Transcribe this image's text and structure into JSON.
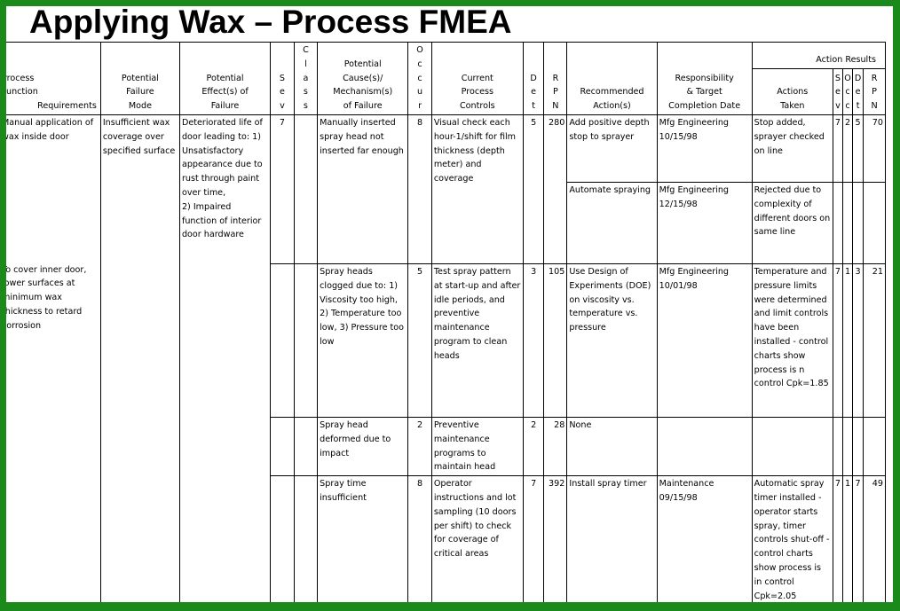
{
  "title": "Applying Wax – Process FMEA",
  "header": {
    "process_function": "Process\nFunction",
    "requirements": "Requirements",
    "failure_mode": "Potential\nFailure\nMode",
    "effects": "Potential\nEffect(s) of\nFailure",
    "sev": [
      "S",
      "e",
      "v"
    ],
    "class": [
      "C",
      "l",
      "a",
      "s",
      "s"
    ],
    "causes": "Potential\nCause(s)/\nMechanism(s)\nof Failure",
    "occur": [
      "O",
      "c",
      "c",
      "u",
      "r"
    ],
    "controls": "Current\nProcess\nControls",
    "det": [
      "D",
      "e",
      "t"
    ],
    "rpn": [
      "R",
      "P",
      "N"
    ],
    "recommended": "Recommended\nAction(s)",
    "responsibility": "Responsibility\n& Target\nCompletion Date",
    "action_results": "Action Results",
    "actions_taken": "Actions\nTaken",
    "r_sev": [
      "S",
      "e",
      "v"
    ],
    "r_occ": [
      "O",
      "c",
      "c"
    ],
    "r_det": [
      "D",
      "e",
      "t"
    ],
    "r_rpn": [
      "R",
      "P",
      "N"
    ]
  },
  "process": "Manual application of wax inside door",
  "process_req": "To cover inner door, lower surfaces at minimum wax thickness to retard corrosion",
  "failure_mode": "Insufficient wax coverage over specified surface",
  "effects": "Deteriorated life of door leading to:  1) Unsatisfactory appearance due to rust through paint over time,\n2) Impaired function of interior door hardware",
  "sev": "7",
  "rows": [
    {
      "cause": "Manually inserted spray head not inserted far enough",
      "occ": "8",
      "control": "Visual check each hour-1/shift for film thickness (depth meter) and coverage",
      "det": "5",
      "rpn": "280",
      "actions": [
        {
          "rec": "Add positive depth stop to sprayer",
          "resp": "Mfg Engineering 10/15/98",
          "taken": "Stop added, sprayer checked on line",
          "s": "7",
          "o": "2",
          "d": "5",
          "rpn": "70"
        },
        {
          "rec": "Automate spraying",
          "resp": "Mfg Engineering 12/15/98",
          "taken": "Rejected due to complexity of different doors on same line",
          "s": "",
          "o": "",
          "d": "",
          "rpn": ""
        }
      ]
    },
    {
      "cause": "Spray heads clogged due to:    1) Viscosity too high,\n2) Temperature too low,    3) Pressure too low",
      "occ": "5",
      "control": "Test spray pattern at start-up and after idle periods, and preventive maintenance program to clean heads",
      "det": "3",
      "rpn": "105",
      "actions": [
        {
          "rec": "Use Design of Experiments (DOE) on viscosity vs. temperature vs. pressure",
          "resp": "Mfg Engineering 10/01/98",
          "taken": "Temperature and pressure limits were determined and limit controls have been installed - control charts show process is n control Cpk=1.85",
          "s": "7",
          "o": "1",
          "d": "3",
          "rpn": "21"
        }
      ]
    },
    {
      "cause": "Spray head deformed due to impact",
      "occ": "2",
      "control": "Preventive maintenance programs to maintain head",
      "det": "2",
      "rpn": "28",
      "actions": [
        {
          "rec": "None",
          "resp": "",
          "taken": "",
          "s": "",
          "o": "",
          "d": "",
          "rpn": ""
        }
      ]
    },
    {
      "cause": "Spray time insufficient",
      "occ": "8",
      "control": "Operator instructions and lot sampling (10 doors per shift) to check for coverage of critical areas",
      "det": "7",
      "rpn": "392",
      "actions": [
        {
          "rec": "Install spray timer",
          "resp": "Maintenance 09/15/98",
          "taken": "Automatic spray timer installed - operator starts spray, timer controls shut-off - control charts show process is in control Cpk=2.05",
          "s": "7",
          "o": "1",
          "d": "7",
          "rpn": "49"
        }
      ]
    }
  ]
}
